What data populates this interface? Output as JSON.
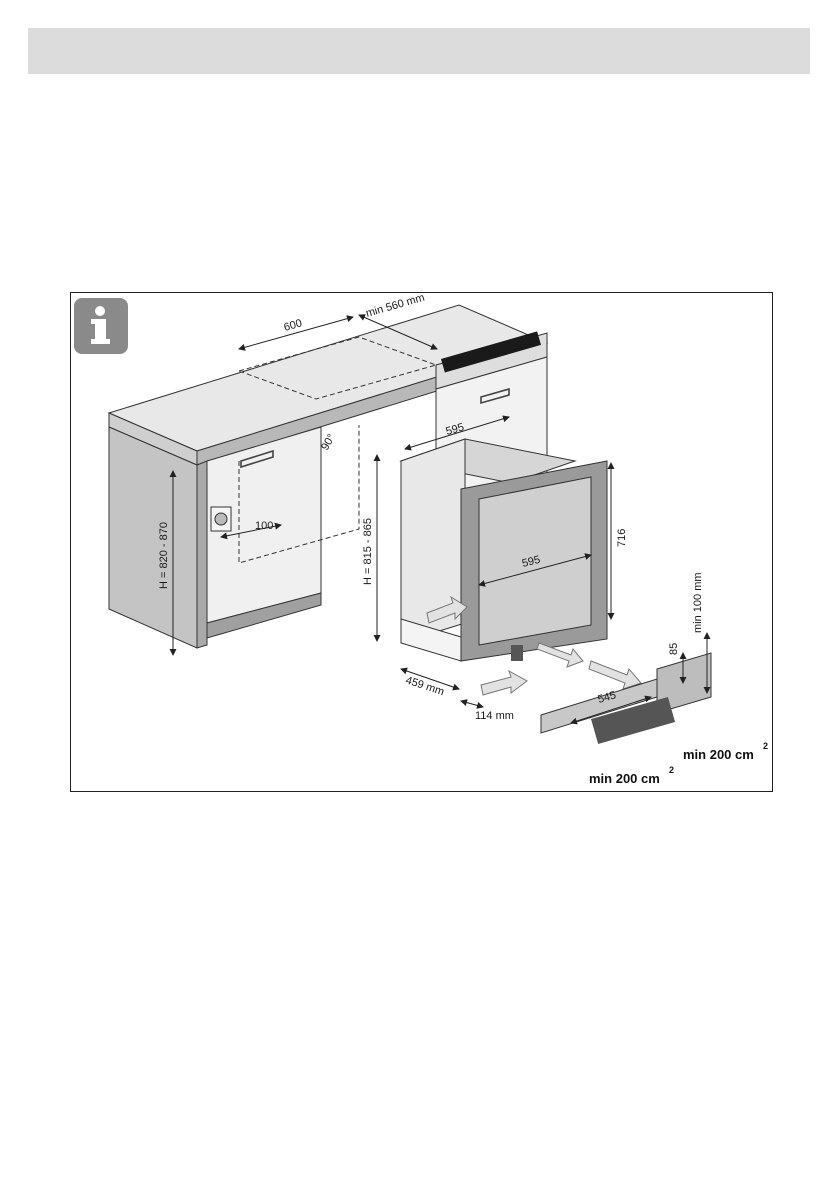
{
  "header": {
    "title": ""
  },
  "info_icon": {
    "glyph": "i"
  },
  "dimensions": {
    "width_600": "600",
    "depth_min_560": "min 560 mm",
    "angle_90": "90°",
    "width_595_top": "595",
    "socket_offset_100": "100",
    "niche_height": "H = 820 - 870",
    "appliance_height": "H = 815 - 865",
    "door_width_595": "595",
    "door_height_716": "716",
    "base_459": "459 mm",
    "base_114": "114 mm",
    "plinth_545": "545",
    "plinth_85": "85",
    "plinth_min_100": "min 100 mm",
    "vent_out": "min 200 cm",
    "vent_in": "min 200 cm",
    "vent_sup": "2"
  },
  "colors": {
    "header_bg": "#dcdcdc",
    "cabinet_light": "#e6e6e6",
    "cabinet_mid": "#bdbdbd",
    "cabinet_dark": "#8e8e8e",
    "icon_bg": "#8a8a8a"
  }
}
